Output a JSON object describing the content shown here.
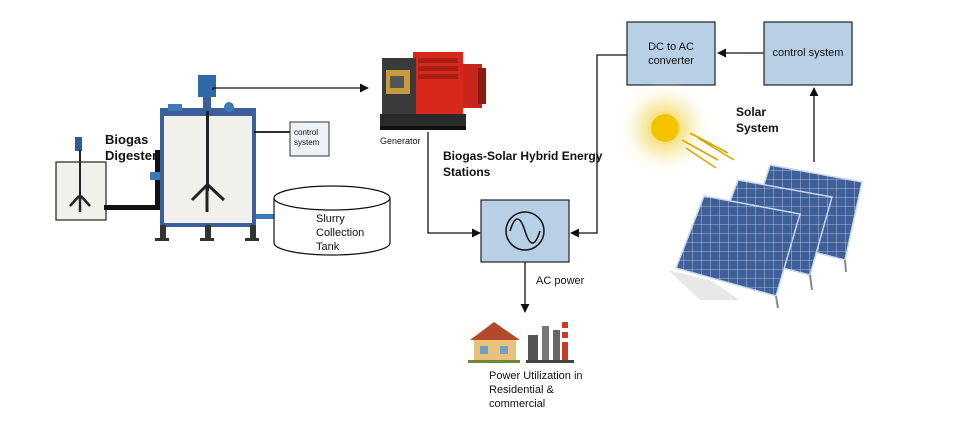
{
  "labels": {
    "biogas_digester": [
      "Biogas",
      "Digester"
    ],
    "control_system_small": [
      "control",
      "system"
    ],
    "slurry_tank": [
      "Slurry",
      "Collection",
      "Tank"
    ],
    "generator": "Generator",
    "hybrid_title": [
      "Biogas-Solar Hybrid Energy",
      "Stations"
    ],
    "dc_to_ac": [
      "DC to AC",
      "converter"
    ],
    "control_system": "control system",
    "solar_system": [
      "Solar",
      "System"
    ],
    "ac_power": "AC power",
    "power_utilization": [
      "Power Utilization in",
      "Residential &",
      "commercial"
    ]
  },
  "icons": {
    "generator": "generator-icon",
    "inverter": "sine-wave-icon",
    "sun": "sun-icon",
    "solar_panels": "solar-panel-icon",
    "buildings": "buildings-icon"
  },
  "colors": {
    "box_fill": "#b8d0e6",
    "box_border": "#222222",
    "digester_fill": "#f2f0ea",
    "digester_frame": "#3a5f9a",
    "generator_red": "#d8281c",
    "panel_blue": "#3a5a92",
    "sun": "#f5c400"
  }
}
